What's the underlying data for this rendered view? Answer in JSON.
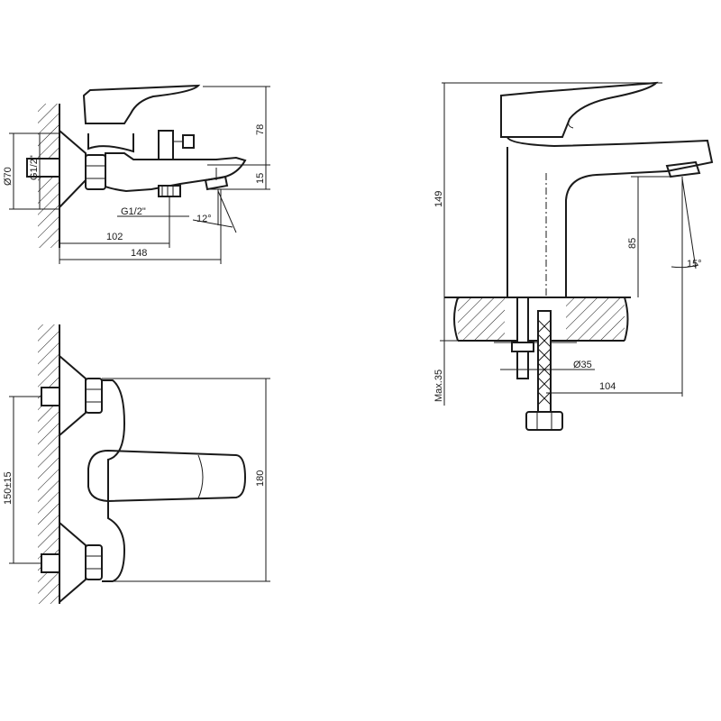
{
  "views": {
    "bath_side": {
      "dims": {
        "height_top": "78",
        "height_spout": "15",
        "diameter": "Ø70",
        "thread_inlet": "G1/2\"",
        "thread_outlet": "G1/2\"",
        "angle": "12°",
        "reach_a": "102",
        "reach_b": "148"
      }
    },
    "bath_front": {
      "dims": {
        "centers": "150±15",
        "width": "180"
      }
    },
    "basin": {
      "dims": {
        "total_height": "149",
        "spout_height": "85",
        "angle": "15°",
        "max_thickness": "Max.35",
        "hole": "Ø35",
        "reach": "104"
      }
    }
  }
}
